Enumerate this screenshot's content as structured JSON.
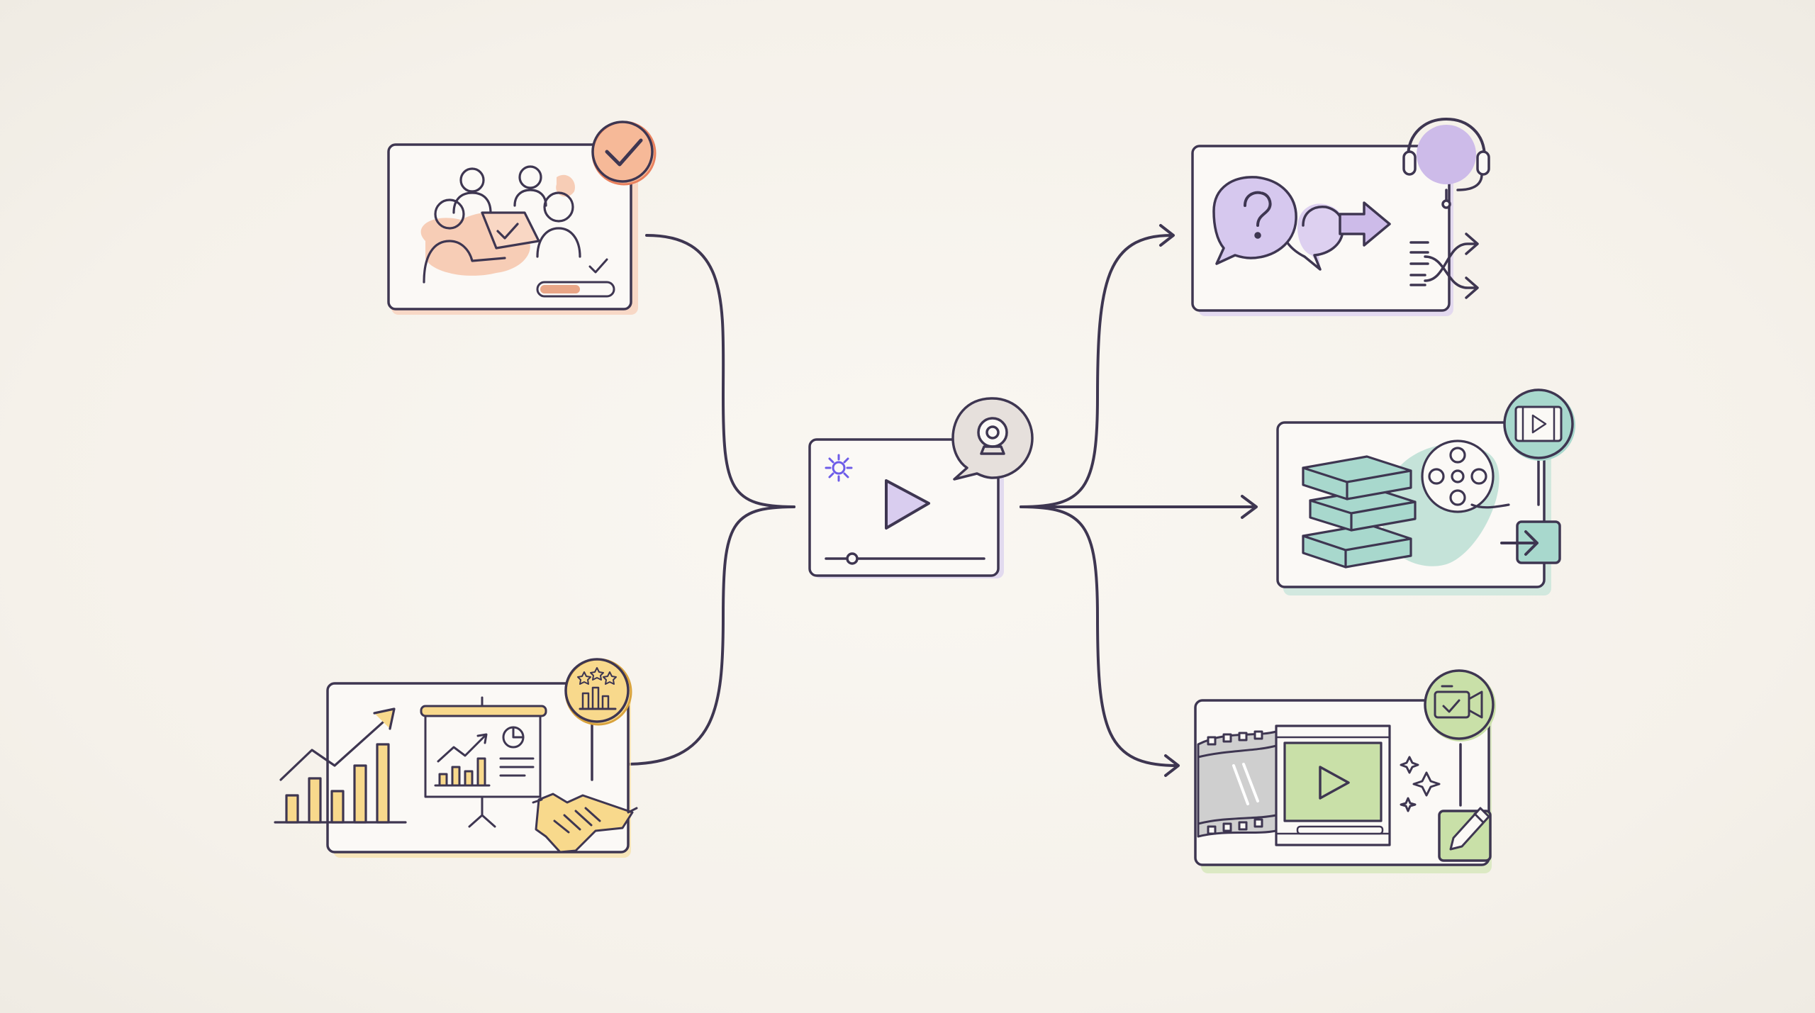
{
  "colors": {
    "background": "#f7f3ec",
    "ink": "#3e3651",
    "peach": "#f6b998",
    "peach_dark": "#e9815e",
    "lavender": "#cdbbe9",
    "lavender_dark": "#8f6fc9",
    "teal": "#a8d8cd",
    "teal_dark": "#5e9e90",
    "green": "#c9e0a8",
    "green_dark": "#6f9a4c",
    "yellow": "#f8d98c",
    "yellow_dark": "#d9a33d",
    "accent_blue": "#6d5ce8"
  },
  "nodes": [
    {
      "id": "central",
      "icons": [
        "play-icon",
        "gear-icon",
        "webcam-icon",
        "progress-bar-icon"
      ]
    },
    {
      "id": "team-training",
      "icons": [
        "people-icon",
        "check-badge-icon",
        "progress-bar-icon"
      ]
    },
    {
      "id": "business-presentation",
      "icons": [
        "growth-chart-icon",
        "presentation-board-icon",
        "rating-chart-badge-icon",
        "handshake-icon"
      ]
    },
    {
      "id": "customer-support",
      "icons": [
        "question-bubble-icon",
        "arrow-right-icon",
        "headset-icon",
        "shuffle-icon"
      ]
    },
    {
      "id": "learning-library",
      "icons": [
        "books-icon",
        "film-reel-icon",
        "video-badge-icon",
        "import-icon"
      ]
    },
    {
      "id": "video-editing",
      "icons": [
        "film-strip-icon",
        "play-icon",
        "camera-edit-badge-icon",
        "sparkle-icon",
        "pencil-icon"
      ]
    }
  ]
}
